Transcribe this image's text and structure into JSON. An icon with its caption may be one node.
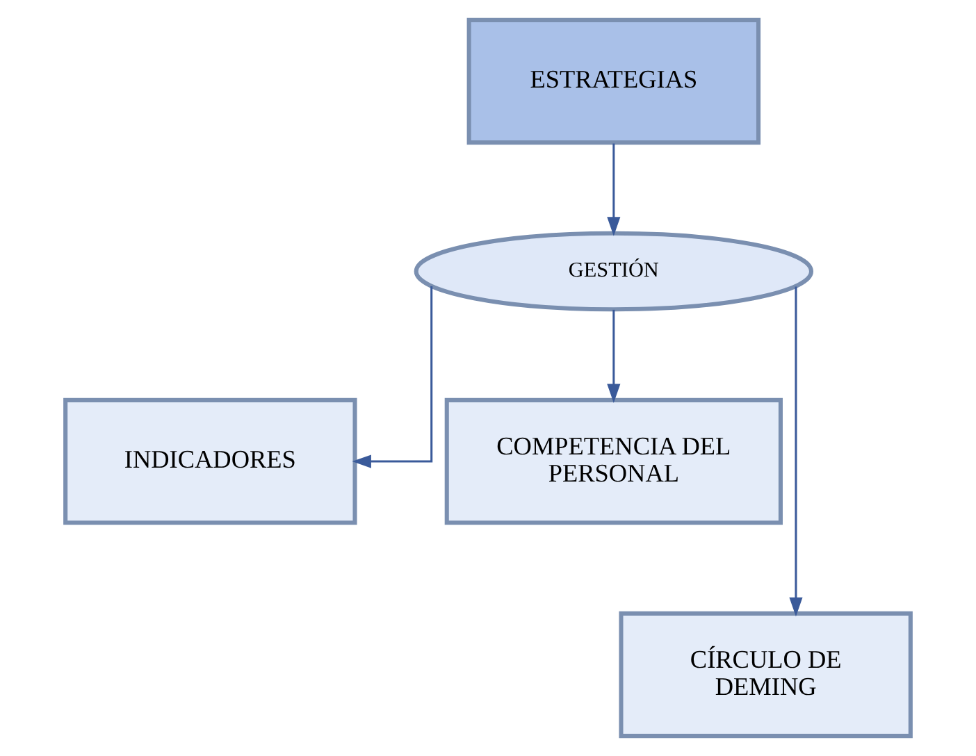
{
  "diagram": {
    "nodes": [
      {
        "text": [
          "ESTRATEGIAS"
        ]
      },
      {
        "text": [
          "GESTIÓN"
        ]
      },
      {
        "text": [
          "INDICADORES"
        ]
      },
      {
        "text": [
          "COMPETENCIA DEL PERSONAL"
        ]
      },
      {
        "text": [
          "CÍRCULO DE DEMING"
        ]
      }
    ],
    "edges": [
      {
        "from": 0,
        "to": 1,
        "arrow": "to"
      },
      {
        "from": 1,
        "to": 2,
        "arrow": "to"
      },
      {
        "from": 1,
        "to": 3,
        "arrow": "to"
      },
      {
        "from": 1,
        "to": 4,
        "arrow": "to"
      }
    ]
  }
}
